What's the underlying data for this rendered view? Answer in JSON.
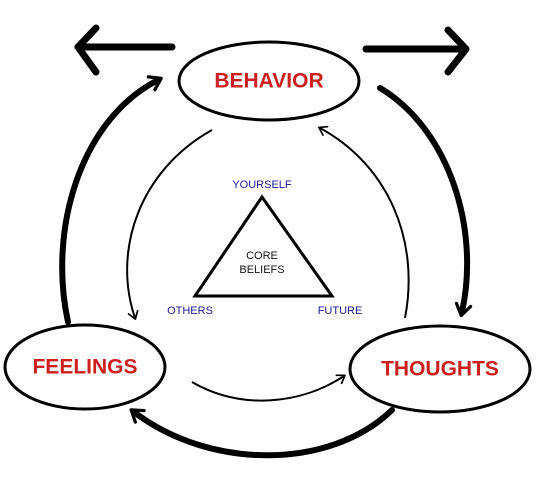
{
  "nodes": {
    "behavior": "BEHAVIOR",
    "feelings": "FEELINGS",
    "thoughts": "THOUGHTS"
  },
  "triangle": {
    "top": "YOURSELF",
    "left": "OTHERS",
    "right": "FUTURE",
    "center_line1": "CORE",
    "center_line2": "BELIEFS"
  },
  "colors": {
    "node_text": "#cc1f1f",
    "vertex_text": "#1a1a8c",
    "stroke": "#000000"
  }
}
